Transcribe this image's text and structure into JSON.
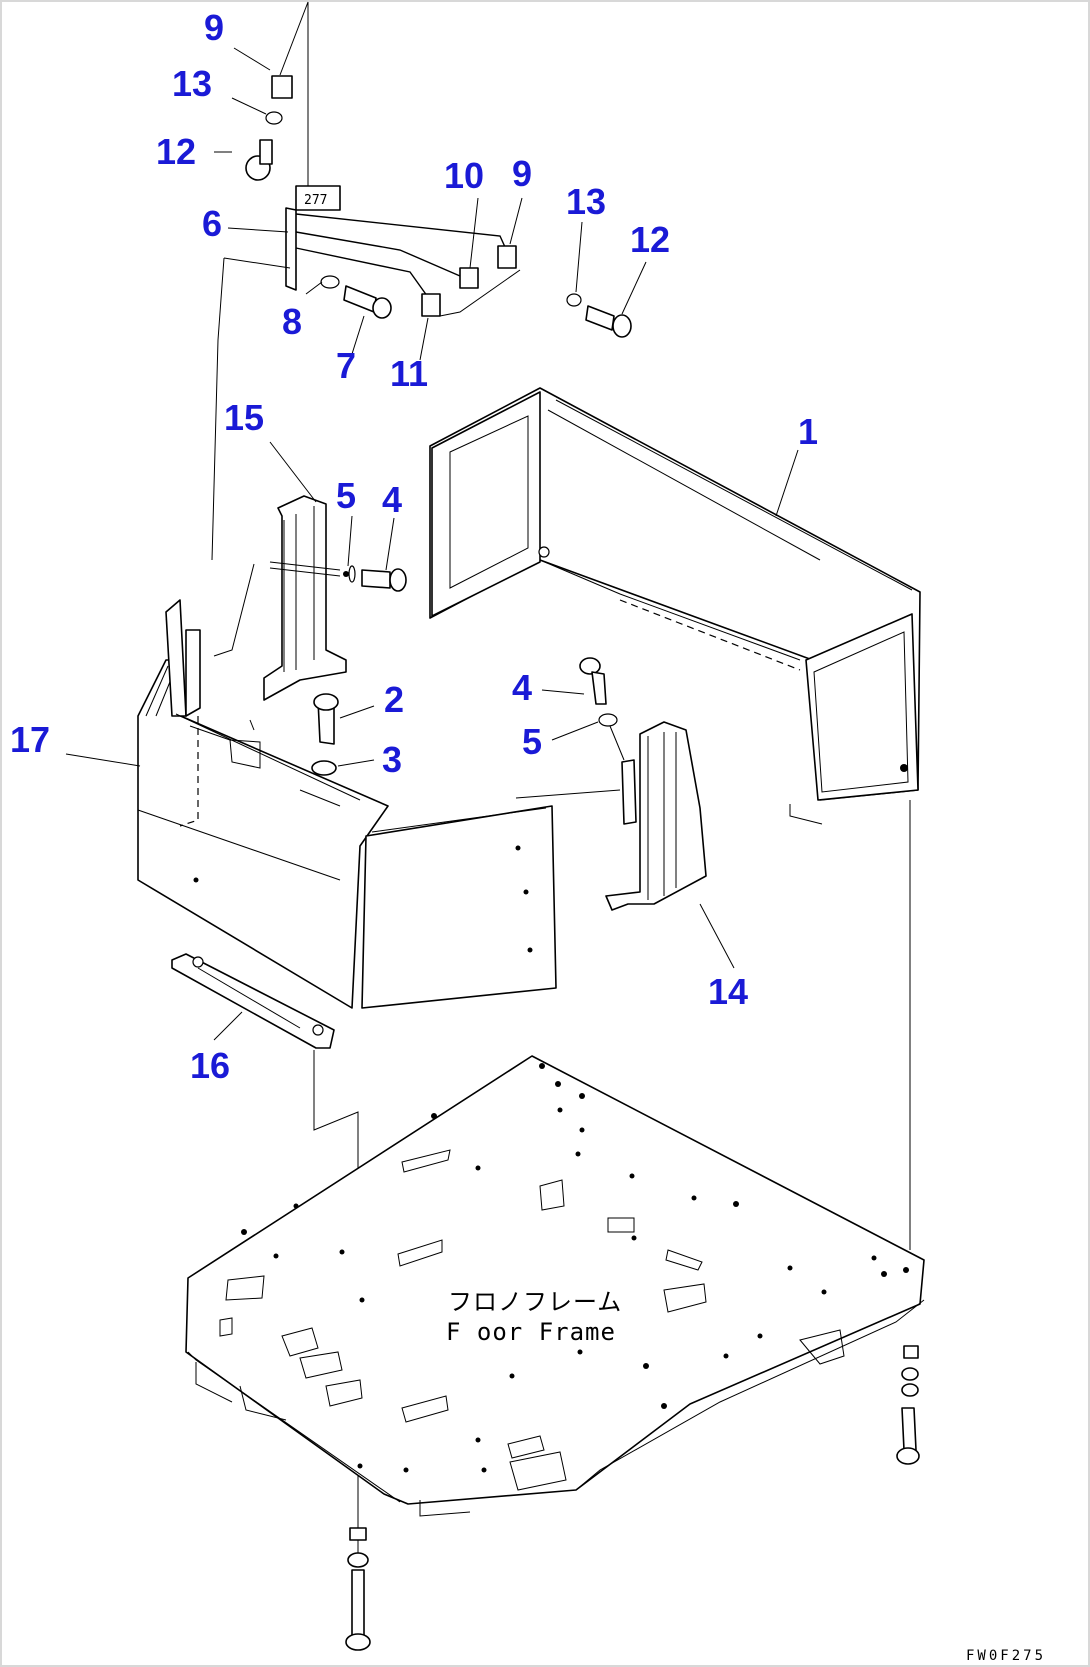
{
  "diagram": {
    "callouts": {
      "c1": "1",
      "c2": "2",
      "c3": "3",
      "c4a": "4",
      "c4b": "4",
      "c5a": "5",
      "c5b": "5",
      "c6": "6",
      "c7": "7",
      "c8": "8",
      "c9a": "9",
      "c9b": "9",
      "c10": "10",
      "c11": "11",
      "c12a": "12",
      "c12b": "12",
      "c13a": "13",
      "c13b": "13",
      "c14": "14",
      "c15": "15",
      "c16": "16",
      "c17": "17"
    },
    "floor_frame_label_jp": "フロノフレーム",
    "floor_frame_label_en": "F oor Frame",
    "drawing_code": "FW0F275"
  }
}
